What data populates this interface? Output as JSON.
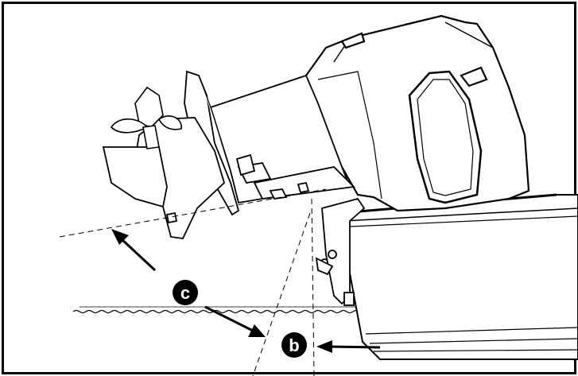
{
  "diagram": {
    "callouts": [
      {
        "id": "c",
        "label": "c"
      },
      {
        "id": "b",
        "label": "b"
      }
    ],
    "colors": {
      "ink": "#000000",
      "paper": "#ffffff"
    }
  }
}
